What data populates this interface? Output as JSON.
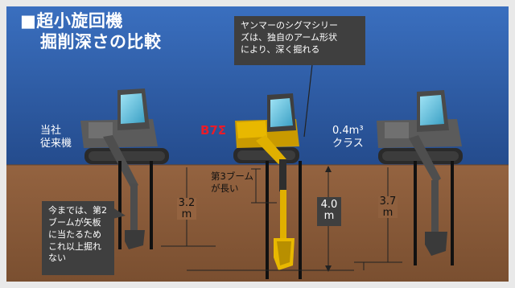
{
  "title": {
    "line1": "■超小旋回機",
    "line2": "掘削深さの比較"
  },
  "top_callout": {
    "lines": [
      "ヤンマーのシグマシリー",
      "ズは、独自のアーム形状",
      "により、深く掘れる"
    ]
  },
  "machines": [
    {
      "label_lines": [
        "当社",
        "従来機"
      ],
      "depth": "3.2",
      "unit": "m"
    },
    {
      "label": "B7Σ",
      "label_color": "#e81c2a",
      "depth": "4.0",
      "unit": "m"
    },
    {
      "label_lines": [
        "0.4m³",
        "クラス"
      ],
      "depth": "3.7",
      "unit": "m"
    }
  ],
  "third_boom_note": [
    "第3ブーム",
    "が長い"
  ],
  "left_callout": {
    "lines": [
      "今までは、第2",
      "ブームが矢板",
      "に当たるため",
      "これ以上掘れ",
      "ない"
    ]
  },
  "colors": {
    "sky": "#2e5ba6",
    "soil": "#8a5c3a",
    "callout": "#3f3f3f",
    "accent_yellow": "#e8b800",
    "b7_label": "#e81c2a"
  }
}
